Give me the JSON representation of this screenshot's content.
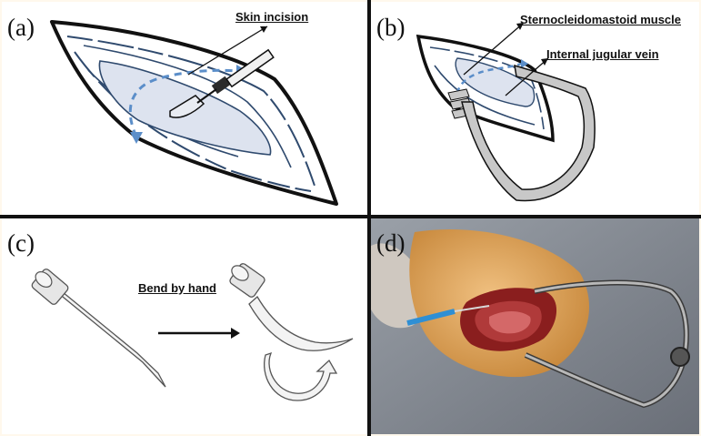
{
  "panels": {
    "a": {
      "label": "(a)",
      "annotations": {
        "incision": "Skin incision"
      }
    },
    "b": {
      "label": "(b)",
      "annotations": {
        "muscle": "Sternocleidomastoid muscle",
        "vein": "Internal jugular vein"
      }
    },
    "c": {
      "label": "(c)",
      "annotations": {
        "bend": "Bend by hand"
      }
    },
    "d": {
      "label": "(d)"
    }
  },
  "colors": {
    "background": "#fff8ec",
    "border": "#111111",
    "incision_fill": "#dde3ef",
    "arrow_blue": "#5b8ec9",
    "contour_blue": "#2f4a6e",
    "retractor_grey": "#c8c8c8",
    "needle_hub": "#e6e6e6",
    "drape": "#7b7f88",
    "tissue": "#d99a52",
    "wound": "#7a1414"
  },
  "icons": [
    "scalpel-icon",
    "retractor-icon",
    "needle-icon",
    "curved-arrow-icon",
    "photo-retractor-icon"
  ]
}
